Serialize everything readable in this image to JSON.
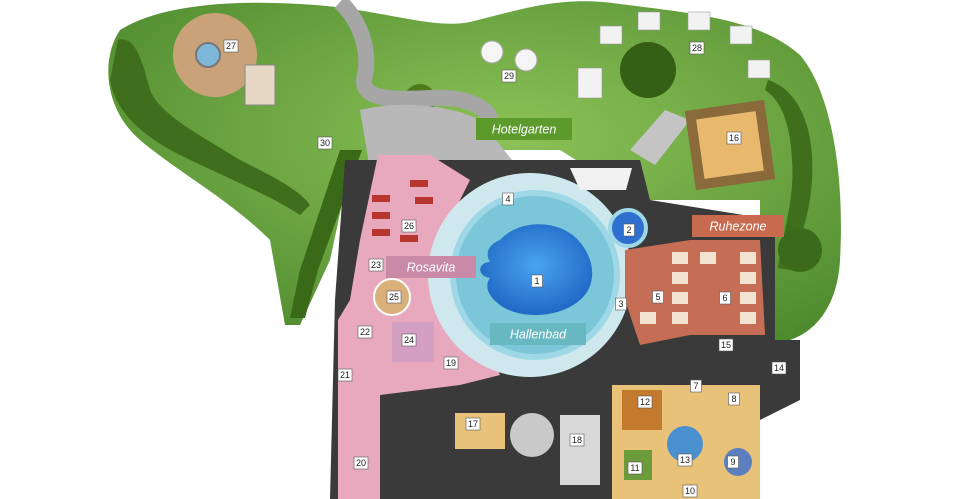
{
  "zones": {
    "hotelgarten": {
      "label": "Hotelgarten",
      "color": "#5c9a2c"
    },
    "ruhezone": {
      "label": "Ruhezone",
      "color": "#c76a4e"
    },
    "rosavita": {
      "label": "Rosavita",
      "color": "#c98aa7"
    },
    "hallenbad": {
      "label": "Hallenbad",
      "color": "#68b8c2"
    }
  },
  "markers": [
    "1",
    "2",
    "3",
    "4",
    "5",
    "6",
    "7",
    "8",
    "9",
    "10",
    "11",
    "12",
    "13",
    "14",
    "15",
    "16",
    "17",
    "18",
    "19",
    "20",
    "21",
    "22",
    "23",
    "24",
    "25",
    "26",
    "27",
    "28",
    "29",
    "30"
  ],
  "colors": {
    "lawn": "#5d9a3a",
    "lawn_light": "#7cb34e",
    "hedge": "#3f6e1c",
    "path": "#a6a6a6",
    "pool_deck": "#cfe8ee",
    "pool_water": "#2f7fd6",
    "rosavita_floor": "#e8a9bf",
    "ruhezone_floor": "#c56d55",
    "spa_floor": "#e9c27a",
    "building": "#3a3a3a"
  }
}
